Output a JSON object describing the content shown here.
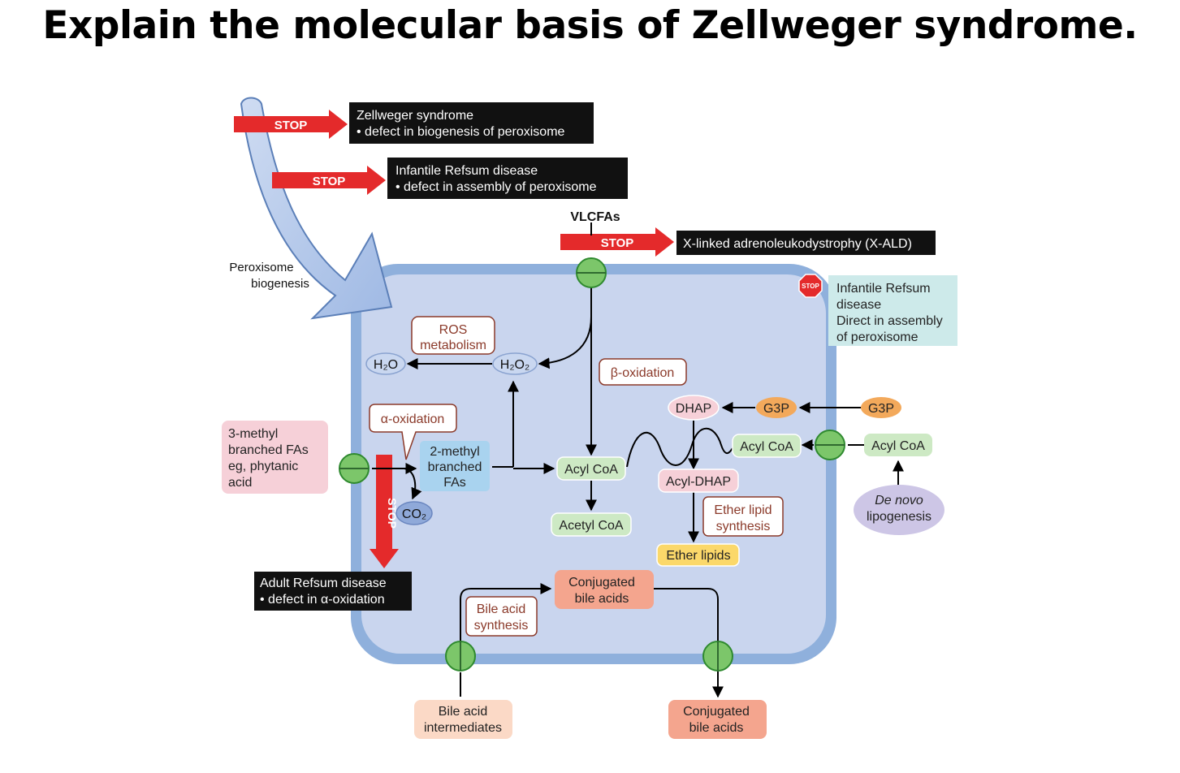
{
  "title": "Explain the molecular basis of Zellweger syndrome.",
  "stop_label": "STOP",
  "stop_small": "STOP",
  "biogenesis_label": [
    "Peroxisome",
    "biogenesis"
  ],
  "disease_boxes": {
    "zellweger": [
      "Zellweger syndrome",
      "• defect in biogenesis of peroxisome"
    ],
    "infantile_refsum_top": [
      "Infantile Refsum disease",
      "• defect in assembly of peroxisome"
    ],
    "xald": [
      "X-linked adrenoleukodystrophy (X-ALD)"
    ],
    "adult_refsum": [
      "Adult Refsum disease",
      "• defect in α-oxidation"
    ],
    "infantile_refsum_side": [
      "Infantile Refsum",
      "disease",
      "Direct in assembly",
      "of peroxisome"
    ]
  },
  "nodes": {
    "vlcfas": "VLCFAs",
    "ros": [
      "ROS",
      "metabolism"
    ],
    "h2o": "H₂O",
    "h2o2": "H₂O₂",
    "beta_ox": "β-oxidation",
    "alpha_ox": "α-oxidation",
    "methyl_fas": [
      "3-methyl",
      "branched FAs",
      "eg, phytanic",
      "acid"
    ],
    "two_methyl": [
      "2-methyl",
      "branched",
      "FAs"
    ],
    "co2": "CO₂",
    "acyl_coa_center": "Acyl CoA",
    "acetyl_coa": "Acetyl CoA",
    "dhap": "DHAP",
    "g3p_in": "G3P",
    "g3p_out": "G3P",
    "acyl_coa_in": "Acyl CoA",
    "acyl_coa_out": "Acyl CoA",
    "acyl_dhap": "Acyl-DHAP",
    "ether_synth": [
      "Ether lipid",
      "synthesis"
    ],
    "ether_lipids": "Ether lipids",
    "de_novo": [
      "De novo",
      "lipogenesis"
    ],
    "conj_bile_in": [
      "Conjugated",
      "bile acids"
    ],
    "bile_synth": [
      "Bile acid",
      "synthesis"
    ],
    "bile_intermediates": [
      "Bile acid",
      "intermediates"
    ],
    "conj_bile_out": [
      "Conjugated",
      "bile acids"
    ]
  },
  "colors": {
    "stop_red": "#e42a2b",
    "cell_fill": "#c9d5ee",
    "cell_border": "#8fb0dc",
    "transporter": "#7cc66a",
    "green_box": "#cde9c4",
    "orange_g3p": "#f3a95b",
    "pink_box": "#f6d0d8",
    "blue_box": "#a9d3ef",
    "yellow_box": "#fbd86a",
    "salmon_box": "#f4a58e",
    "peach_box": "#fbd9c6",
    "lavender": "#cdc6e6",
    "cyan_box": "#cdeaea",
    "text_brown": "#8b3a2a"
  }
}
